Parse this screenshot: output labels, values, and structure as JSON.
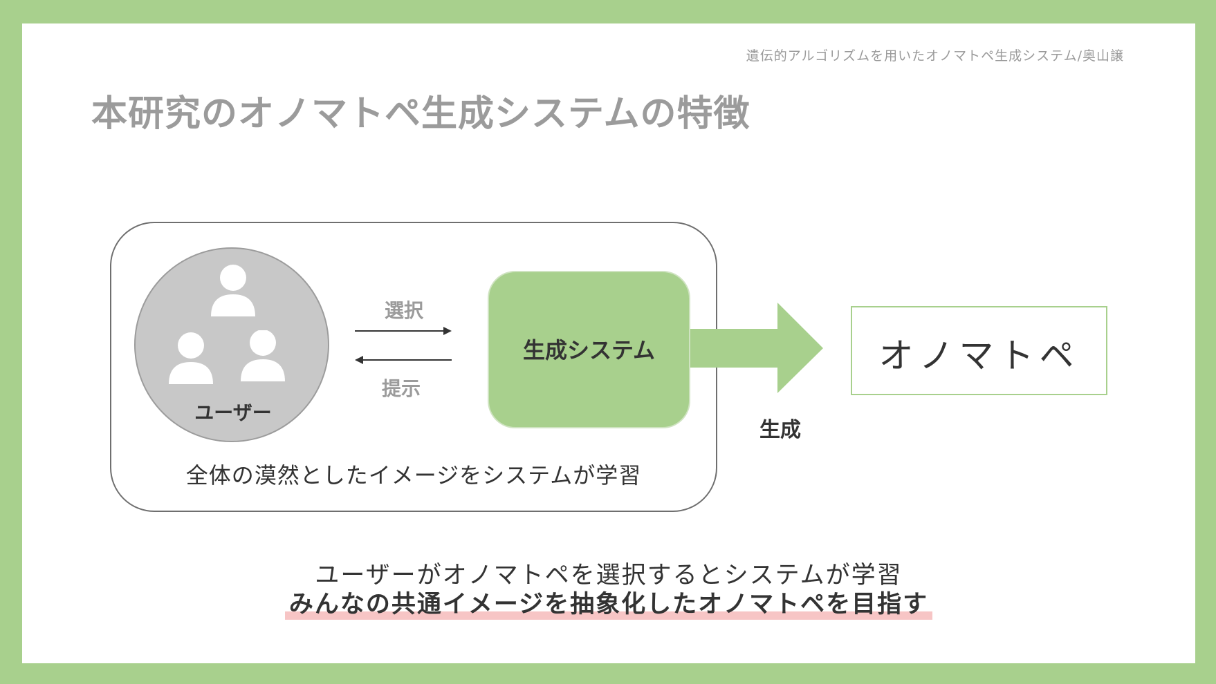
{
  "header": {
    "note": "遺伝的アルゴリズムを用いたオノマトペ生成システム/奥山譲"
  },
  "title": "本研究のオノマトペ生成システムの特徴",
  "diagram": {
    "users_label": "ユーザー",
    "select_label": "選択",
    "present_label": "提示",
    "generator_label": "生成システム",
    "generate_label": "生成",
    "output_label": "オノマトペ",
    "frame_caption": "全体の漠然としたイメージをシステムが学習"
  },
  "summary": {
    "line1": "ユーザーがオノマトペを選択するとシステムが学習",
    "line2": "みんなの共通イメージを抽象化したオノマトペを目指す"
  },
  "icons": [
    "user-icon",
    "user-icon",
    "user-icon",
    "right-arrow-icon"
  ],
  "colors": {
    "border_green": "#a8d08d",
    "gray_circle": "#c8c8c8",
    "title_gray": "#9b9b9b",
    "highlight_pink": "#f7c5c5"
  }
}
